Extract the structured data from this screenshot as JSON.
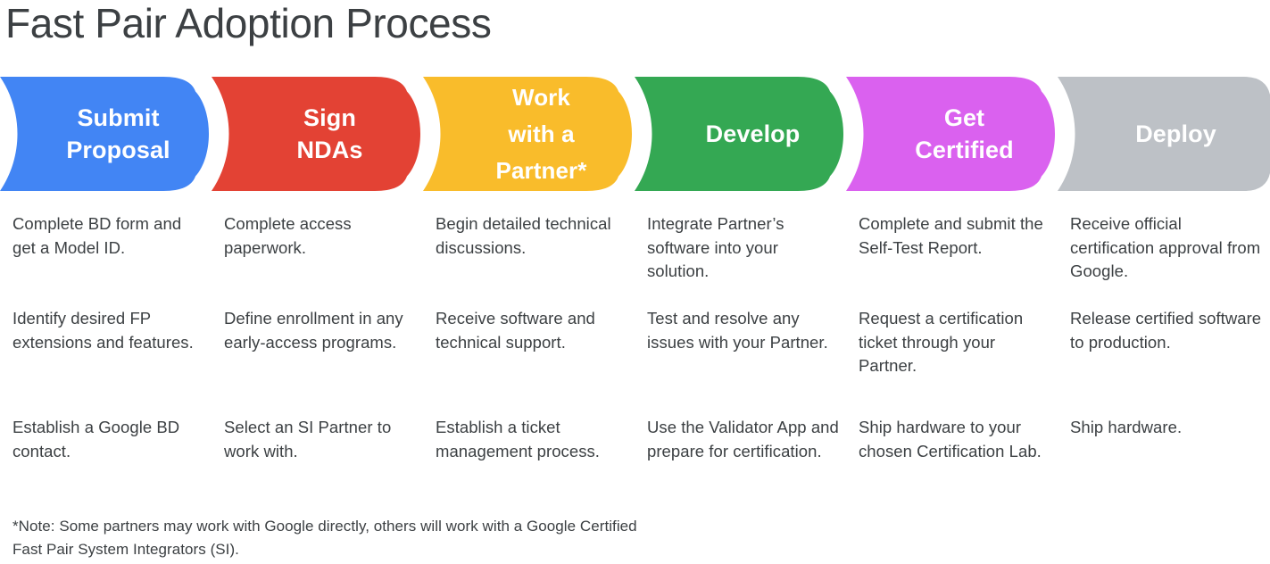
{
  "page_title": "Fast Pair Adoption Process",
  "colors": {
    "title_text": "#3c4043",
    "body_text": "#3c4043",
    "background": "#ffffff",
    "stage_blue": "#4285f4",
    "stage_red": "#e34234",
    "stage_yellow": "#f9bc2b",
    "stage_green": "#34a853",
    "stage_magenta": "#da61ef",
    "stage_gray": "#bdc1c6",
    "stage_label_text": "#ffffff"
  },
  "stages": [
    {
      "id": "submit-proposal",
      "lines": [
        "Submit",
        "Proposal"
      ],
      "color": "#4285f4"
    },
    {
      "id": "sign-ndas",
      "lines": [
        "Sign",
        "NDAs"
      ],
      "color": "#e34234"
    },
    {
      "id": "work-with-a-partner",
      "lines": [
        "Work",
        "with a",
        "Partner*"
      ],
      "color": "#f9bc2b"
    },
    {
      "id": "develop",
      "lines": [
        "Develop"
      ],
      "color": "#34a853"
    },
    {
      "id": "get-certified",
      "lines": [
        "Get",
        "Certified"
      ],
      "color": "#da61ef"
    },
    {
      "id": "deploy",
      "lines": [
        "Deploy"
      ],
      "color": "#bdc1c6"
    }
  ],
  "columns": [
    {
      "stage": "Submit Proposal",
      "items": [
        "Complete BD form and get a Model ID.",
        "Identify desired FP extensions and features.",
        "Establish a Google BD contact."
      ]
    },
    {
      "stage": "Sign NDAs",
      "items": [
        "Complete access paperwork.",
        "Define enrollment in any early-access programs.",
        "Select an SI Partner to work with."
      ]
    },
    {
      "stage": "Work with a Partner*",
      "items": [
        "Begin detailed technical discussions.",
        "Receive software and technical support.",
        "Establish a ticket management process."
      ]
    },
    {
      "stage": "Develop",
      "items": [
        "Integrate Partner’s software into your solution.",
        "Test and resolve any issues with your Partner.",
        "Use the Validator App and prepare for certification."
      ]
    },
    {
      "stage": "Get Certified",
      "items": [
        "Complete and submit the Self-Test Report.",
        "Request a certification ticket through your Partner.",
        "Ship hardware to your chosen Certification Lab."
      ]
    },
    {
      "stage": "Deploy",
      "items": [
        "Receive official certification approval from Google.",
        "Release certified software to production.",
        "Ship hardware."
      ]
    }
  ],
  "footnote": "*Note: Some partners may work with Google directly, others will work with a Google Certified Fast Pair System Integrators (SI)."
}
